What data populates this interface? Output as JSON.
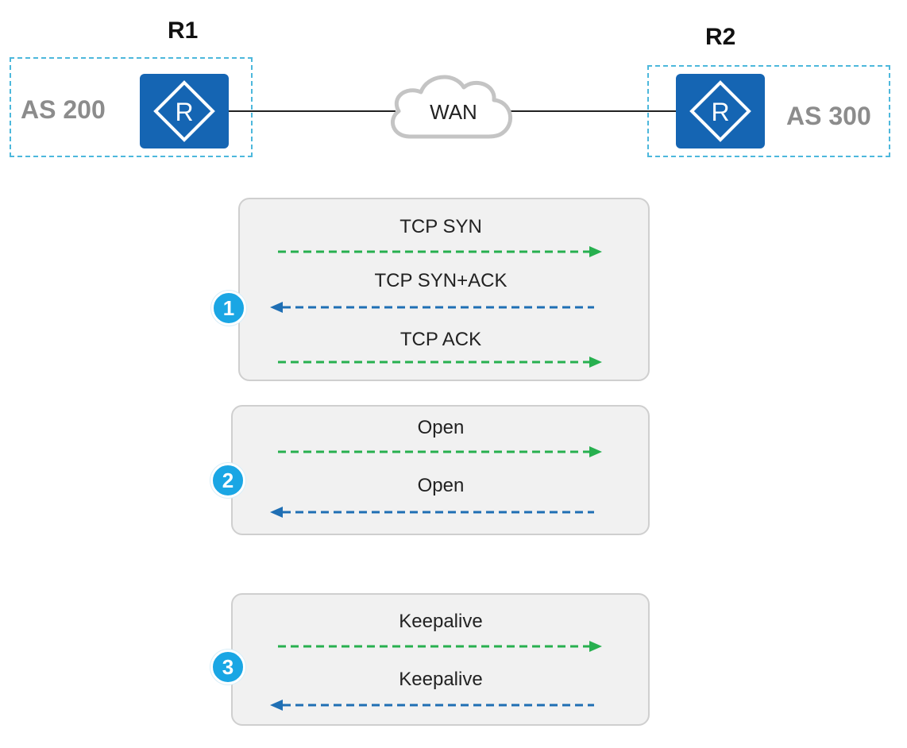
{
  "topology": {
    "r1": {
      "name": "R1",
      "as_label": "AS 200"
    },
    "r2": {
      "name": "R2",
      "as_label": "AS 300"
    },
    "cloud_label": "WAN",
    "router_glyph": "R"
  },
  "steps": [
    {
      "number": "1",
      "messages": [
        {
          "label": "TCP SYN",
          "direction": "right"
        },
        {
          "label": "TCP SYN+ACK",
          "direction": "left"
        },
        {
          "label": "TCP ACK",
          "direction": "right"
        }
      ]
    },
    {
      "number": "2",
      "messages": [
        {
          "label": "Open",
          "direction": "right"
        },
        {
          "label": "Open",
          "direction": "left"
        }
      ]
    },
    {
      "number": "3",
      "messages": [
        {
          "label": "Keepalive",
          "direction": "right"
        },
        {
          "label": "Keepalive",
          "direction": "left"
        }
      ]
    }
  ],
  "colors": {
    "right_arrow": "#27b04f",
    "left_arrow": "#1f6fb4",
    "router": "#1565b3",
    "as_border": "#4db8dc",
    "badge": "#1aa6e4"
  }
}
